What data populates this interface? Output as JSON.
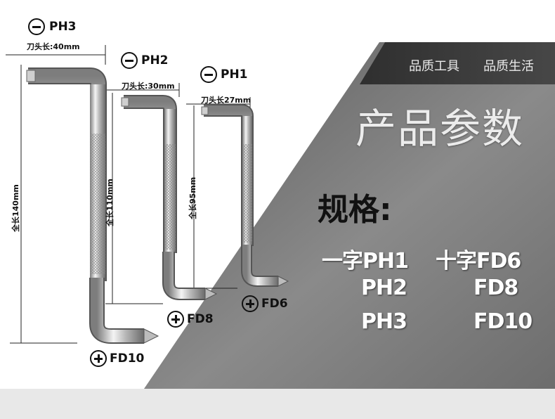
{
  "header": {
    "tagline_left": "品质工具",
    "tagline_right": "品质生活",
    "title": "产品参数"
  },
  "specs": {
    "title": "规格:",
    "rows": [
      {
        "left": "一字PH1",
        "right": "十字FD6"
      },
      {
        "left": "PH2",
        "right": "FD8"
      },
      {
        "left": "PH3",
        "right": "FD10"
      }
    ]
  },
  "tools": [
    {
      "slot_label": "PH3",
      "phillips_label": "FD10",
      "tip_length": "刀头长:40mm",
      "total_length": "全长140mm"
    },
    {
      "slot_label": "PH2",
      "phillips_label": "FD8",
      "tip_length": "刀头长:30mm",
      "total_length": "全长110mm"
    },
    {
      "slot_label": "PH1",
      "phillips_label": "FD6",
      "tip_length": "刀头长27mm",
      "total_length": "全长95mm"
    }
  ],
  "icons": [
    "slot-icon",
    "phillips-icon"
  ],
  "colors": {
    "background": "#ffffff",
    "panel_dark": "#3b3b3b",
    "panel_mid": "#7a7a7a",
    "accent_text": "#ffffff"
  }
}
